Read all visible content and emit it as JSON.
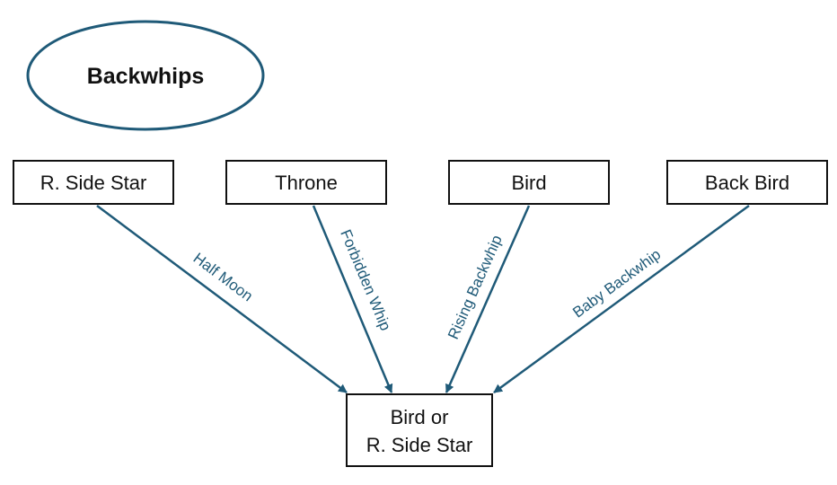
{
  "title": "Backwhips",
  "colors": {
    "edge": "#1f5a78",
    "ellipse_stroke": "#1f5a78",
    "box_stroke": "#111111"
  },
  "sources": [
    "R. Side Star",
    "Throne",
    "Bird",
    "Back Bird"
  ],
  "target": {
    "line1": "Bird or",
    "line2": "R. Side Star"
  },
  "edges": [
    "Half Moon",
    "Forbidden Whip",
    "Rising Backwhip",
    "Baby Backwhip"
  ]
}
